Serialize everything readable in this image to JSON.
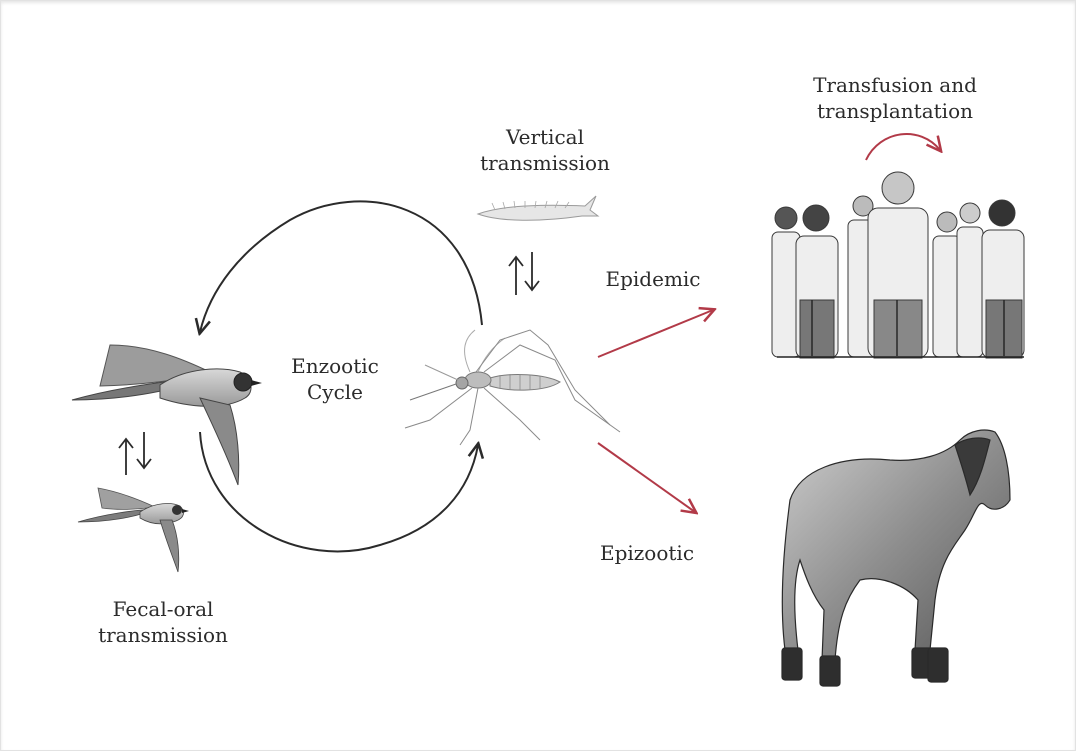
{
  "labels": {
    "vertical_line1": "Vertical",
    "vertical_line2": "transmission",
    "transfusion_line1": "Transfusion and",
    "transfusion_line2": "transplantation",
    "epidemic": "Epidemic",
    "enzootic_line1": "Enzootic",
    "enzootic_line2": "Cycle",
    "epizootic": "Epizootic",
    "fecal_line1": "Fecal-oral",
    "fecal_line2": "transmission"
  },
  "icons": [
    "swallow-icon",
    "small-swallow-icon",
    "mosquito-icon",
    "larva-icon",
    "people-group-icon",
    "horse-icon"
  ],
  "colors": {
    "ink": "#2b2b2b",
    "red_arrow": "#b23a48",
    "figure_gray": "#8c8c8c",
    "background": "#ffffff"
  }
}
